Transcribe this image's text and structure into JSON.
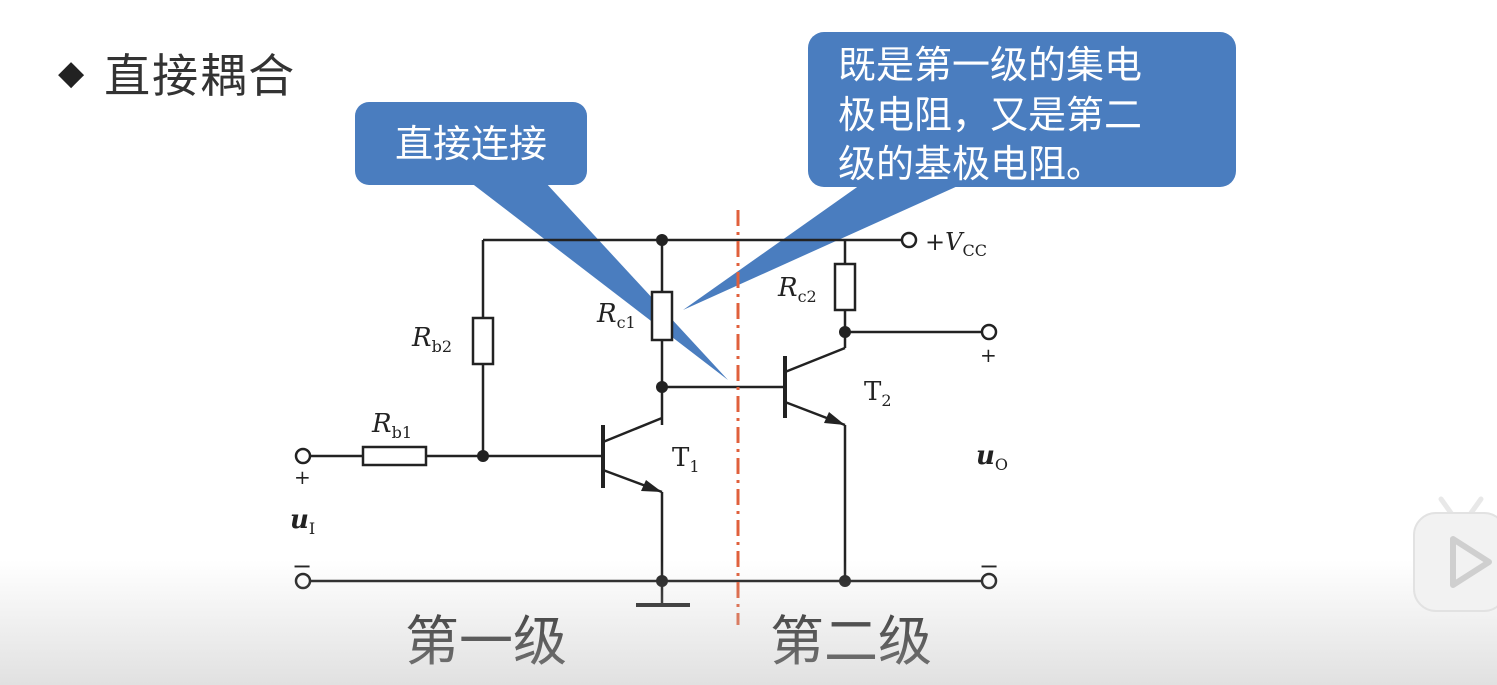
{
  "slide": {
    "bullet": "◆",
    "title": "直接耦合"
  },
  "callouts": {
    "left": {
      "text": "直接连接"
    },
    "right": {
      "lines": [
        "既是第一级的集电",
        "极电阻，又是第二",
        "级的基极电阻。"
      ]
    }
  },
  "circuit": {
    "vcc": {
      "prefix": "+",
      "symbol": "V",
      "sub": "CC"
    },
    "rb2": {
      "symbol": "R",
      "sub": "b2"
    },
    "rb1": {
      "symbol": "R",
      "sub": "b1"
    },
    "rc1": {
      "symbol": "R",
      "sub": "c1"
    },
    "rc2": {
      "symbol": "R",
      "sub": "c2"
    },
    "t1": {
      "symbol": "T",
      "sub": "1"
    },
    "t2": {
      "symbol": "T",
      "sub": "2"
    },
    "ui": {
      "symbol": "u",
      "sub": "I",
      "plus": "+",
      "minus": "−"
    },
    "uo": {
      "symbol": "u",
      "sub": "O",
      "plus": "+",
      "minus": "−"
    }
  },
  "stages": {
    "first": "第一级",
    "second": "第二级"
  },
  "colors": {
    "callout": "#4a7dbf",
    "divider": "#e0603c",
    "wire": "#222222"
  },
  "icons": {
    "bullet": "diamond-bullet-icon",
    "overlay": "play-icon"
  }
}
